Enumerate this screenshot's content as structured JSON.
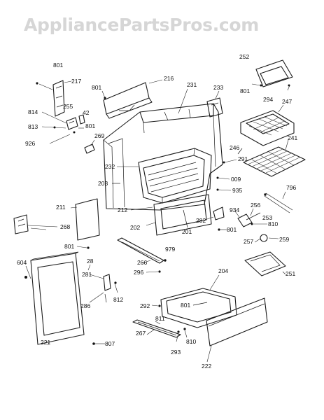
{
  "watermark": "AppliancePartsPros.com",
  "parts": [
    {
      "id": "p252",
      "number": "252"
    },
    {
      "id": "p801a",
      "number": "801"
    },
    {
      "id": "p217",
      "number": "217"
    },
    {
      "id": "p801b",
      "number": "801"
    },
    {
      "id": "p216",
      "number": "216"
    },
    {
      "id": "p231",
      "number": "231"
    },
    {
      "id": "p233",
      "number": "233"
    },
    {
      "id": "p801c",
      "number": "801"
    },
    {
      "id": "p294",
      "number": "294"
    },
    {
      "id": "p255",
      "number": "255"
    },
    {
      "id": "p42",
      "number": "42"
    },
    {
      "id": "p814",
      "number": "814"
    },
    {
      "id": "p247",
      "number": "247"
    },
    {
      "id": "p801d",
      "number": "801"
    },
    {
      "id": "p813",
      "number": "813"
    },
    {
      "id": "p269",
      "number": "269"
    },
    {
      "id": "p926",
      "number": "926"
    },
    {
      "id": "p246",
      "number": "246"
    },
    {
      "id": "p241",
      "number": "241"
    },
    {
      "id": "p291",
      "number": "291"
    },
    {
      "id": "p232",
      "number": "232"
    },
    {
      "id": "p009",
      "number": "009"
    },
    {
      "id": "p203",
      "number": "203"
    },
    {
      "id": "p935",
      "number": "935"
    },
    {
      "id": "p796",
      "number": "796"
    },
    {
      "id": "p256",
      "number": "256"
    },
    {
      "id": "p211",
      "number": "211"
    },
    {
      "id": "p212",
      "number": "212"
    },
    {
      "id": "p934",
      "number": "934"
    },
    {
      "id": "p253",
      "number": "253"
    },
    {
      "id": "p282",
      "number": "282"
    },
    {
      "id": "p810a",
      "number": "810"
    },
    {
      "id": "p268",
      "number": "268"
    },
    {
      "id": "p202",
      "number": "202"
    },
    {
      "id": "p201",
      "number": "201"
    },
    {
      "id": "p801e",
      "number": "801"
    },
    {
      "id": "p257",
      "number": "257"
    },
    {
      "id": "p259",
      "number": "259"
    },
    {
      "id": "p801f",
      "number": "801"
    },
    {
      "id": "p979",
      "number": "979"
    },
    {
      "id": "p604",
      "number": "604"
    },
    {
      "id": "p266",
      "number": "266"
    },
    {
      "id": "p28",
      "number": "28"
    },
    {
      "id": "p281",
      "number": "281"
    },
    {
      "id": "p251",
      "number": "251"
    },
    {
      "id": "p296",
      "number": "296"
    },
    {
      "id": "p204",
      "number": "204"
    },
    {
      "id": "p812",
      "number": "812"
    },
    {
      "id": "p286",
      "number": "286"
    },
    {
      "id": "p801g",
      "number": "801"
    },
    {
      "id": "p292",
      "number": "292"
    },
    {
      "id": "p811",
      "number": "811"
    },
    {
      "id": "p267",
      "number": "267"
    },
    {
      "id": "p221",
      "number": "221"
    },
    {
      "id": "p807",
      "number": "807"
    },
    {
      "id": "p810b",
      "number": "810"
    },
    {
      "id": "p293",
      "number": "293"
    },
    {
      "id": "p222",
      "number": "222"
    }
  ]
}
